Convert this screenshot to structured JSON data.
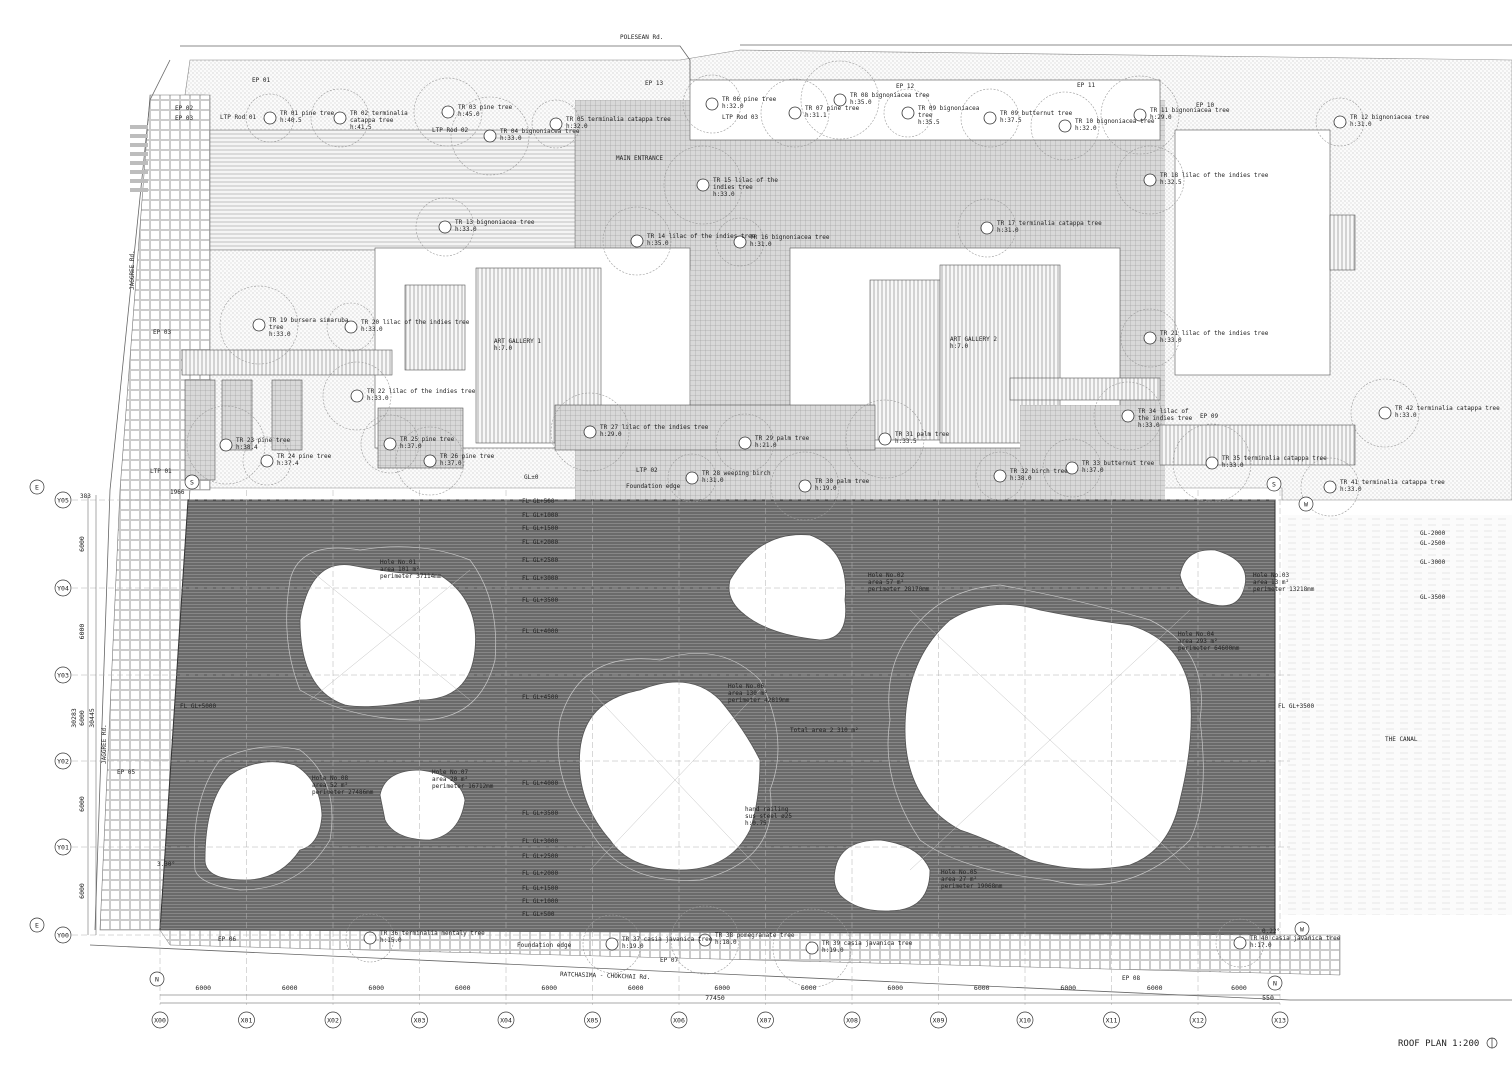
{
  "title": "ROOF PLAN  1:200",
  "roads": [
    "POLESEAN Rd.",
    "JAGGREE Rd.",
    "JAGGREE Rd.",
    "RATCHASIMA - CHOKCHAI Rd."
  ],
  "canal": "THE CANAL",
  "buildings": [
    "MAIN ENTRANCE",
    "ART GALLERY 1\nh:7.0",
    "ART GALLERY 2\nh:7.0"
  ],
  "entry_points": [
    "EP 01",
    "EP 02",
    "EP 03",
    "EP 03",
    "EP 05",
    "EP 06",
    "EP 07",
    "EP 08",
    "EP 09",
    "EP 10",
    "EP 11",
    "EP 12",
    "EP 13"
  ],
  "ltp": [
    "LTP Rod 01",
    "LTP Rod 02",
    "LTP Rod 03",
    "LTP 01",
    "LTP 02"
  ],
  "trees": [
    "TR 01 pine tree\nh:40.5",
    "TR 02 terminalia\ncatappa tree\nh:41.5",
    "TR 03 pine tree\nh:45.0",
    "TR 04 bignoniacea tree\nh:33.0",
    "TR 05 terminalia catappa tree\nh:32.0",
    "TR 06 pine tree\nh:32.0",
    "TR 07 pine tree\nh:31.1",
    "TR 08 bignoniacea tree\nh:35.0",
    "TR 09 bignoniacea\ntree\nh:35.5",
    "TR 09 butternut tree\nh:37.5",
    "TR 10 bignoniacea tree\nh:32.0",
    "TR 11 bignoniacea tree\nh:29.0",
    "TR 12 bignoniacea tree\nh:31.0",
    "TR 13 bignoniacea tree\nh:33.0",
    "TR 14 lilac of the indies tree\nh:35.0",
    "TR 15 lilac of the\nindies tree\nh:33.0",
    "TR 16 bignoniacea tree\nh:31.0",
    "TR 17 terminalia catappa tree\nh:31.0",
    "TR 18 lilac of the indies tree\nh:32.5",
    "TR 19 bursera simaruba\ntree\nh:33.0",
    "TR 20 lilac of the indies tree\nh:33.0",
    "TR 21 lilac of the indies tree\nh:33.0",
    "TR 22 lilac of the indies tree\nh:33.0",
    "TR 23 pine tree\nh:38.4",
    "TR 24 pine tree\nh:37.4",
    "TR 25 pine tree\nh:37.0",
    "TR 26 pine tree\nh:37.0",
    "TR 27 lilac of the indies tree\nh:29.0",
    "TR 28 weeping birch\nh:31.0",
    "TR 29 palm tree\nh:21.0",
    "TR 30 palm tree\nh:19.0",
    "TR 31 palm tree\nh:33.5",
    "TR 32 birch tree\nh:38.0",
    "TR 33 butternut tree\nh:37.0",
    "TR 34 lilac of\nthe indies tree\nh:33.0",
    "TR 35 terminalia catappa tree\nh:33.0",
    "TR 36 terminalia mentaly tree\nh:15.0",
    "TR 37 casia javanica tree\nh:19.0",
    "TR 38 pomegranate tree\nh:18.0",
    "TR 39 casia javanica tree\nh:19.0",
    "TR 40 casia javanica tree\nh:17.0",
    "TR 41 terminalia catappa tree\nh:33.0",
    "TR 42 terminalia catappa tree\nh:33.0"
  ],
  "holes": [
    "Hole No.01\narea 101 m²\nperimeter 37114mm",
    "Hole No.02\narea 57 m²\nperimeter 28170mm",
    "Hole No.03\narea 13 m²\nperimeter 13218mm",
    "Hole No.04\narea 293 m²\nperimeter 64600mm",
    "Hole No.05\narea 27 m²\nperimeter 19068mm",
    "Hole No.06\narea 130 m²\nperimeter 42819mm",
    "Hole No.07\narea 20 m²\nperimeter 16712mm",
    "Hole No.08\narea 52 m²\nperimeter 27486mm"
  ],
  "total_area": "Total area 2 310 m²",
  "handrail": "hand railing\nsus steel ø25\nh:0.75",
  "levels": [
    "FL GL+500",
    "FL GL+1000",
    "FL GL+1500",
    "FL GL+2000",
    "FL GL+2500",
    "FL GL+3000",
    "FL GL+3500",
    "FL GL+4000",
    "FL GL+4500",
    "FL GL+4000",
    "FL GL+3500",
    "FL GL+3000",
    "FL GL+2500",
    "FL GL+2000",
    "FL GL+1500",
    "FL GL+1000",
    "FL GL+500"
  ],
  "side_levels": [
    "FL GL+5000",
    "FL GL+3500",
    "GL±0",
    "GL-2000",
    "GL-2500",
    "GL-3000",
    "GL-3500"
  ],
  "foundation": [
    "Foundation edge",
    "Foundation edge"
  ],
  "angles": [
    "3.30°",
    "0.22°"
  ],
  "grid_x": [
    "X00",
    "X01",
    "X02",
    "X03",
    "X04",
    "X05",
    "X06",
    "X07",
    "X08",
    "X09",
    "X10",
    "X11",
    "X12",
    "X13"
  ],
  "grid_y": [
    "Y05",
    "Y04",
    "Y03",
    "Y02",
    "Y01",
    "Y00"
  ],
  "compass": [
    "E",
    "E",
    "S",
    "S",
    "W",
    "W",
    "N",
    "N"
  ],
  "x_spacing": "6000",
  "total_width": "77450",
  "end_offset": "550",
  "y_spacing": "6000",
  "y_total": [
    "30283",
    "30445"
  ],
  "y_small": [
    "1966",
    "383"
  ]
}
